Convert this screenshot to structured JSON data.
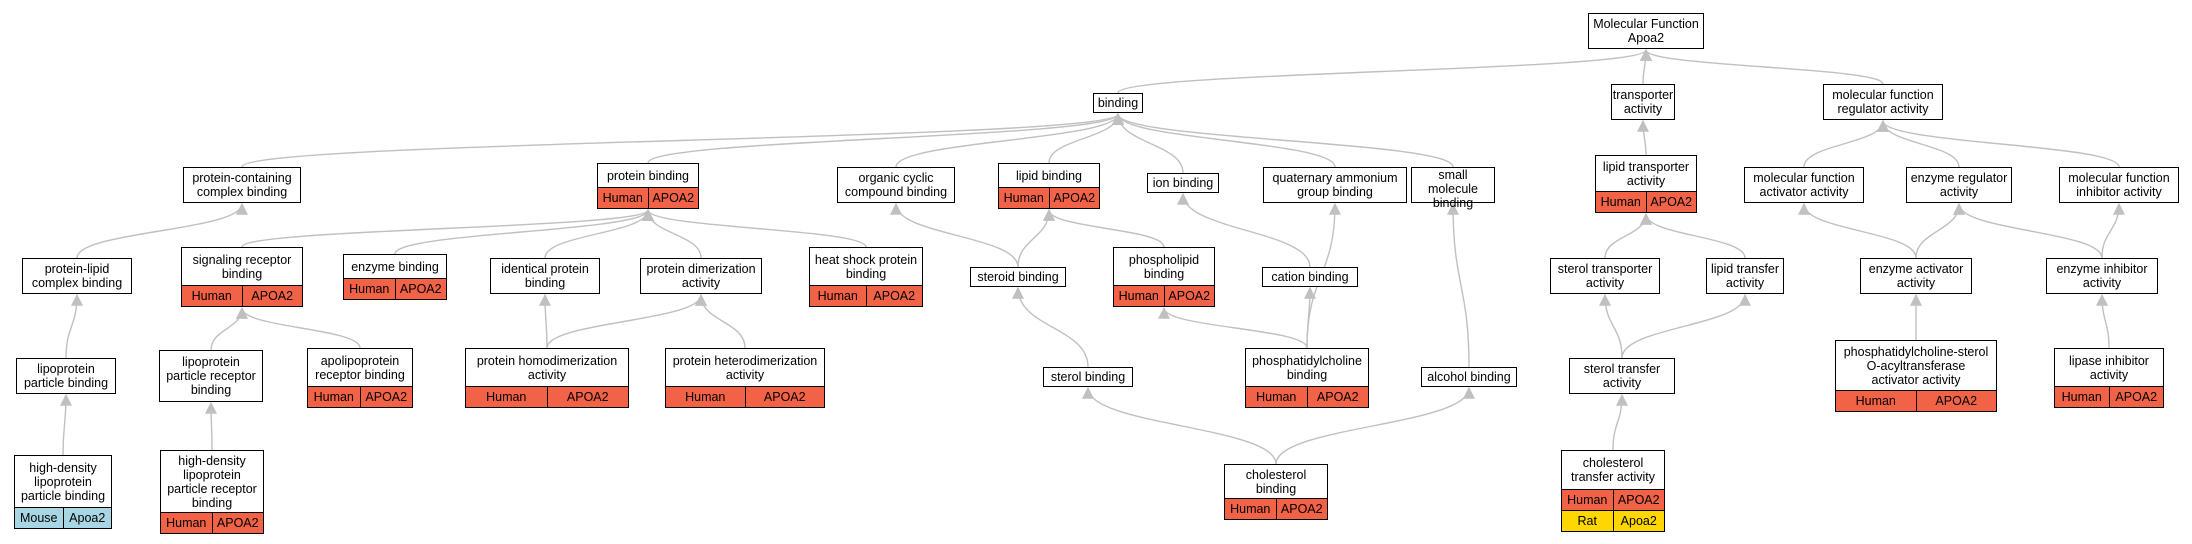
{
  "diagram": {
    "title": "Molecular Function\nApoa2",
    "colors": {
      "human": "#f26246",
      "mouse": "#a9d6e5",
      "rat": "#ffd700",
      "edge": "#c0c0c0"
    },
    "nodes": [
      {
        "id": "mf",
        "label": "Molecular Function\nApoa2",
        "genes": []
      },
      {
        "id": "binding",
        "label": "binding",
        "genes": []
      },
      {
        "id": "transporter",
        "label": "transporter\nactivity",
        "genes": []
      },
      {
        "id": "mfreg",
        "label": "molecular function\nregulator activity",
        "genes": []
      },
      {
        "id": "pccb",
        "label": "protein-containing\ncomplex binding",
        "genes": []
      },
      {
        "id": "protbind",
        "label": "protein binding",
        "genes": [
          {
            "species": "Human",
            "gene": "APOA2"
          }
        ]
      },
      {
        "id": "orgcyc",
        "label": "organic cyclic\ncompound binding",
        "genes": []
      },
      {
        "id": "lipidbind",
        "label": "lipid binding",
        "genes": [
          {
            "species": "Human",
            "gene": "APOA2"
          }
        ]
      },
      {
        "id": "ionbind",
        "label": "ion binding",
        "genes": []
      },
      {
        "id": "quat",
        "label": "quaternary ammonium\ngroup binding",
        "genes": []
      },
      {
        "id": "smallmol",
        "label": "small molecule\nbinding",
        "genes": []
      },
      {
        "id": "liptrans",
        "label": "lipid transporter\nactivity",
        "genes": [
          {
            "species": "Human",
            "gene": "APOA2"
          }
        ]
      },
      {
        "id": "mfact",
        "label": "molecular function\nactivator activity",
        "genes": []
      },
      {
        "id": "enzreg",
        "label": "enzyme regulator\nactivity",
        "genes": []
      },
      {
        "id": "mfinh",
        "label": "molecular function\ninhibitor activity",
        "genes": []
      },
      {
        "id": "plcb",
        "label": "protein-lipid\ncomplex binding",
        "genes": []
      },
      {
        "id": "sigrec",
        "label": "signaling receptor\nbinding",
        "genes": [
          {
            "species": "Human",
            "gene": "APOA2"
          }
        ]
      },
      {
        "id": "enzbind",
        "label": "enzyme binding",
        "genes": [
          {
            "species": "Human",
            "gene": "APOA2"
          }
        ]
      },
      {
        "id": "identprot",
        "label": "identical protein\nbinding",
        "genes": []
      },
      {
        "id": "protdimer",
        "label": "protein dimerization\nactivity",
        "genes": []
      },
      {
        "id": "heatshock",
        "label": "heat shock protein\nbinding",
        "genes": [
          {
            "species": "Human",
            "gene": "APOA2"
          }
        ]
      },
      {
        "id": "steroid",
        "label": "steroid binding",
        "genes": []
      },
      {
        "id": "phospholipid",
        "label": "phospholipid\nbinding",
        "genes": [
          {
            "species": "Human",
            "gene": "APOA2"
          }
        ]
      },
      {
        "id": "cation",
        "label": "cation binding",
        "genes": []
      },
      {
        "id": "steroltrans",
        "label": "sterol transporter\nactivity",
        "genes": []
      },
      {
        "id": "liptransfer",
        "label": "lipid transfer\nactivity",
        "genes": []
      },
      {
        "id": "enzact",
        "label": "enzyme activator\nactivity",
        "genes": []
      },
      {
        "id": "enzinh",
        "label": "enzyme inhibitor\nactivity",
        "genes": []
      },
      {
        "id": "lipopart",
        "label": "lipoprotein\nparticle binding",
        "genes": []
      },
      {
        "id": "lipoprec",
        "label": "lipoprotein\nparticle receptor\nbinding",
        "genes": []
      },
      {
        "id": "apolip",
        "label": "apolipoprotein\nreceptor binding",
        "genes": [
          {
            "species": "Human",
            "gene": "APOA2"
          }
        ]
      },
      {
        "id": "homodimer",
        "label": "protein homodimerization\nactivity",
        "genes": [
          {
            "species": "Human",
            "gene": "APOA2"
          }
        ]
      },
      {
        "id": "heterodimer",
        "label": "protein heterodimerization\nactivity",
        "genes": [
          {
            "species": "Human",
            "gene": "APOA2"
          }
        ]
      },
      {
        "id": "sterolbind",
        "label": "sterol binding",
        "genes": []
      },
      {
        "id": "pcbind",
        "label": "phosphatidylcholine\nbinding",
        "genes": [
          {
            "species": "Human",
            "gene": "APOA2"
          }
        ]
      },
      {
        "id": "alcohol",
        "label": "alcohol binding",
        "genes": []
      },
      {
        "id": "steroltransfer",
        "label": "sterol transfer\nactivity",
        "genes": []
      },
      {
        "id": "pcsterol",
        "label": "phosphatidylcholine-sterol\nO-acyltransferase\nactivator activity",
        "genes": [
          {
            "species": "Human",
            "gene": "APOA2"
          }
        ]
      },
      {
        "id": "lipinh",
        "label": "lipase inhibitor\nactivity",
        "genes": [
          {
            "species": "Human",
            "gene": "APOA2"
          }
        ]
      },
      {
        "id": "hdlpart",
        "label": "high-density\nlipoprotein\nparticle binding",
        "genes": [
          {
            "species": "Mouse",
            "gene": "Apoa2"
          }
        ]
      },
      {
        "id": "hdlrec",
        "label": "high-density\nlipoprotein\nparticle receptor\nbinding",
        "genes": [
          {
            "species": "Human",
            "gene": "APOA2"
          }
        ]
      },
      {
        "id": "cholbind",
        "label": "cholesterol\nbinding",
        "genes": [
          {
            "species": "Human",
            "gene": "APOA2"
          }
        ]
      },
      {
        "id": "choltrans",
        "label": "cholesterol\ntransfer activity",
        "genes": [
          {
            "species": "Human",
            "gene": "APOA2"
          },
          {
            "species": "Rat",
            "gene": "Apoa2"
          }
        ]
      }
    ],
    "edges": [
      [
        "binding",
        "mf"
      ],
      [
        "transporter",
        "mf"
      ],
      [
        "mfreg",
        "mf"
      ],
      [
        "pccb",
        "binding"
      ],
      [
        "protbind",
        "binding"
      ],
      [
        "orgcyc",
        "binding"
      ],
      [
        "lipidbind",
        "binding"
      ],
      [
        "ionbind",
        "binding"
      ],
      [
        "quat",
        "binding"
      ],
      [
        "smallmol",
        "binding"
      ],
      [
        "liptrans",
        "transporter"
      ],
      [
        "mfact",
        "mfreg"
      ],
      [
        "enzreg",
        "mfreg"
      ],
      [
        "mfinh",
        "mfreg"
      ],
      [
        "plcb",
        "pccb"
      ],
      [
        "sigrec",
        "protbind"
      ],
      [
        "enzbind",
        "protbind"
      ],
      [
        "identprot",
        "protbind"
      ],
      [
        "protdimer",
        "protbind"
      ],
      [
        "heatshock",
        "protbind"
      ],
      [
        "steroid",
        "orgcyc"
      ],
      [
        "steroid",
        "lipidbind"
      ],
      [
        "phospholipid",
        "lipidbind"
      ],
      [
        "cation",
        "ionbind"
      ],
      [
        "steroltrans",
        "liptrans"
      ],
      [
        "liptransfer",
        "liptrans"
      ],
      [
        "enzact",
        "mfact"
      ],
      [
        "enzact",
        "enzreg"
      ],
      [
        "enzinh",
        "enzreg"
      ],
      [
        "enzinh",
        "mfinh"
      ],
      [
        "lipopart",
        "plcb"
      ],
      [
        "lipoprec",
        "sigrec"
      ],
      [
        "apolip",
        "sigrec"
      ],
      [
        "homodimer",
        "identprot"
      ],
      [
        "homodimer",
        "protdimer"
      ],
      [
        "heterodimer",
        "protdimer"
      ],
      [
        "sterolbind",
        "steroid"
      ],
      [
        "pcbind",
        "phospholipid"
      ],
      [
        "pcbind",
        "cation"
      ],
      [
        "pcbind",
        "quat"
      ],
      [
        "alcohol",
        "smallmol"
      ],
      [
        "steroltransfer",
        "steroltrans"
      ],
      [
        "steroltransfer",
        "liptransfer"
      ],
      [
        "pcsterol",
        "enzact"
      ],
      [
        "lipinh",
        "enzinh"
      ],
      [
        "hdlpart",
        "lipopart"
      ],
      [
        "hdlrec",
        "lipoprec"
      ],
      [
        "cholbind",
        "sterolbind"
      ],
      [
        "cholbind",
        "alcohol"
      ],
      [
        "choltrans",
        "steroltransfer"
      ]
    ]
  }
}
